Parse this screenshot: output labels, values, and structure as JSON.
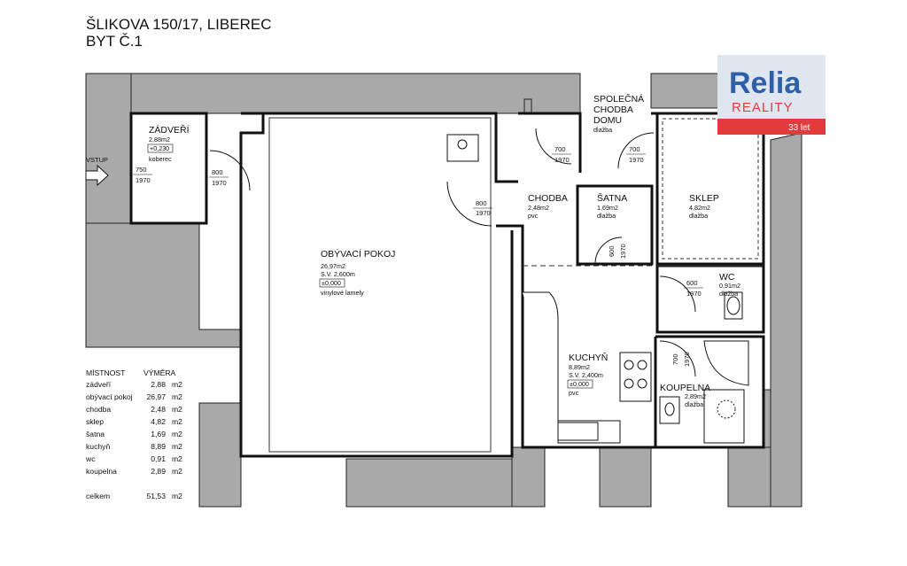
{
  "title": {
    "line1": "ŠLIKOVA 150/17, LIBEREC",
    "line2": "BYT Č.1"
  },
  "logo": {
    "brand": "Relia",
    "tagline": "REALITY",
    "years": "33 let",
    "colors": {
      "blue": "#2f5fa9",
      "red": "#e23b3b",
      "bg": "#dfe6f0"
    }
  },
  "rooms": {
    "zadveri": {
      "name": "ZÁDVEŘÍ",
      "area": "2,88m2",
      "level": "+0,230",
      "floor": "koberec"
    },
    "obyvaci": {
      "name": "OBÝVACÍ POKOJ",
      "area": "26,97m2",
      "height": "S.V. 2,600m",
      "level": "±0,000",
      "floor": "vinylové lamely"
    },
    "spolecna": {
      "line1": "SPOLEČNÁ",
      "line2": "CHODBA",
      "line3": "DOMU",
      "floor": "dlažba"
    },
    "chodba": {
      "name": "CHODBA",
      "area": "2,48m2",
      "floor": "pvc"
    },
    "satna": {
      "name": "ŠATNA",
      "area": "1,69m2",
      "floor": "dlažba"
    },
    "sklep": {
      "name": "SKLEP",
      "area": "4,82m2",
      "floor": "dlažba"
    },
    "wc": {
      "name": "WC",
      "area": "0,91m2",
      "floor": "dlažba"
    },
    "kuchyn": {
      "name": "KUCHYŇ",
      "area": "8,89m2",
      "height": "S.V. 2,400m",
      "level": "±0,000",
      "floor": "pvc"
    },
    "koupelna": {
      "name": "KOUPELNA",
      "area": "2,89m2",
      "floor": "dlažba"
    }
  },
  "entrance": "VSTUP",
  "doors": [
    {
      "w": "750",
      "h": "1970"
    },
    {
      "w": "800",
      "h": "1970"
    },
    {
      "w": "800",
      "h": "1970"
    },
    {
      "w": "700",
      "h": "1970"
    },
    {
      "w": "700",
      "h": "1970"
    },
    {
      "w": "600",
      "h": "1970"
    },
    {
      "w": "600",
      "h": "1970"
    },
    {
      "w": "700",
      "h": "1970"
    }
  ],
  "table": {
    "header": {
      "room": "MÍSTNOST",
      "area": "VÝMĚRA"
    },
    "rows": [
      {
        "room": "zádveří",
        "value": "2,88",
        "unit": "m2"
      },
      {
        "room": "obývací pokoj",
        "value": "26,97",
        "unit": "m2"
      },
      {
        "room": "chodba",
        "value": "2,48",
        "unit": "m2"
      },
      {
        "room": "sklep",
        "value": "4,82",
        "unit": "m2"
      },
      {
        "room": "šatna",
        "value": "1,69",
        "unit": "m2"
      },
      {
        "room": "kuchyň",
        "value": "8,89",
        "unit": "m2"
      },
      {
        "room": "wc",
        "value": "0,91",
        "unit": "m2"
      },
      {
        "room": "koupelna",
        "value": "2,89",
        "unit": "m2"
      }
    ],
    "total": {
      "room": "celkem",
      "value": "51,53",
      "unit": "m2"
    }
  }
}
